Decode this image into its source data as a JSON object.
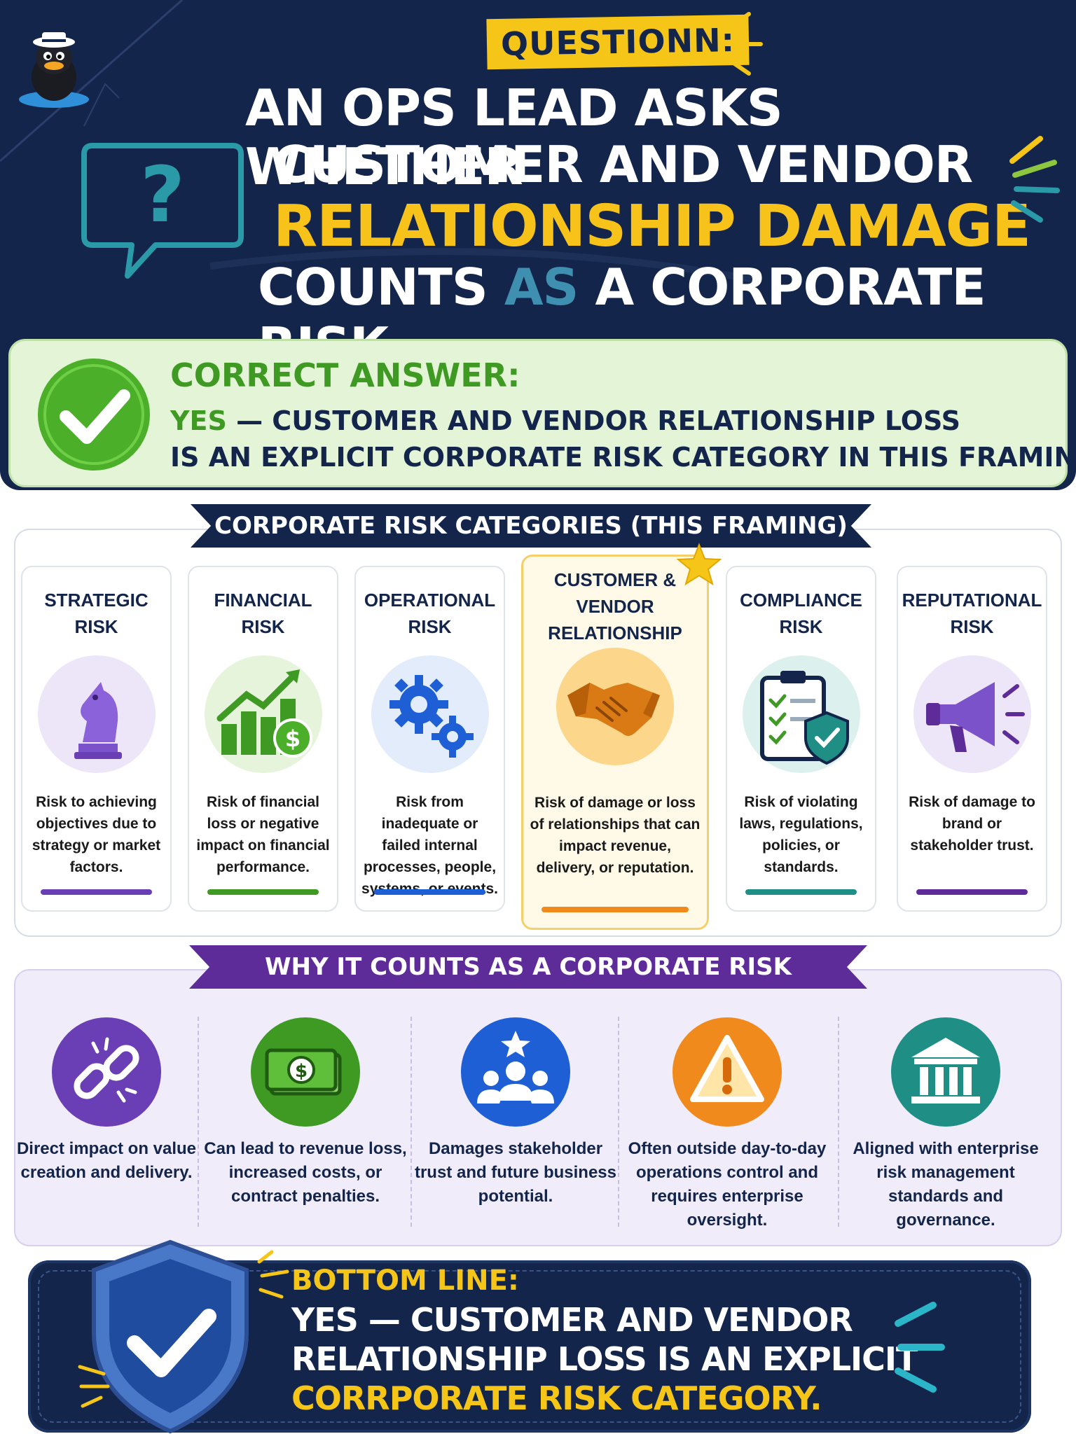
{
  "question": {
    "tag": "QUESTIONN:",
    "line1": "AN OPS LEAD ASKS WHETHER",
    "line2": "CUSTOMER AND VENDOR",
    "line3": "RELATIONSHIP DAMAGE",
    "line4_a": "COUNTS ",
    "line4_b": "AS",
    "line4_c": " A CORPORATE RISK."
  },
  "answer": {
    "heading": "CORRECT ANSWER:",
    "yes": "YES",
    "line1_rest": " — CUSTOMER AND VENDOR RELATIONSHIP LOSS",
    "line2": "IS AN EXPLICIT CORPORATE RISK CATEGORY IN THIS FRAMING."
  },
  "categories": {
    "ribbon": "CORPORATE RISK CATEGORIES (THIS FRAMING)",
    "items": [
      {
        "title1": "STRATEGIC",
        "title2": "RISK",
        "desc": "Risk to achieving objectives due to strategy or market factors.",
        "icon": "chess-knight-icon",
        "color": "#6a3fb5"
      },
      {
        "title1": "FINANCIAL",
        "title2": "RISK",
        "desc": "Risk of financial loss or negative impact on financial performance.",
        "icon": "finance-chart-icon",
        "color": "#3f9a24"
      },
      {
        "title1": "OPERATIONAL",
        "title2": "RISK",
        "desc": "Risk from inadequate or failed internal processes, people, systems, or events.",
        "icon": "gears-icon",
        "color": "#1f5fd6"
      },
      {
        "title1": "CUSTOMER &",
        "title2": "VENDOR",
        "title3": "RELATIONSHIP",
        "title4": "LOSS",
        "desc": "Risk of damage or loss of relationships that can impact revenue, delivery, or reputation.",
        "icon": "handshake-icon",
        "color": "#f08a1c"
      },
      {
        "title1": "COMPLIANCE",
        "title2": "RISK",
        "desc": "Risk of violating laws, regulations, policies, or standards.",
        "icon": "clipboard-shield-icon",
        "color": "#1f8f86"
      },
      {
        "title1": "REPUTATIONAL",
        "title2": "RISK",
        "desc": "Risk of damage to brand or stakeholder trust.",
        "icon": "megaphone-icon",
        "color": "#5e2c98"
      }
    ]
  },
  "why": {
    "ribbon": "WHY IT COUNTS AS A CORPORATE RISK",
    "items": [
      {
        "text": "Direct impact on value creation and delivery.",
        "icon": "broken-link-icon",
        "color": "#6a3fb5"
      },
      {
        "text": "Can lead to revenue loss, increased costs, or contract penalties.",
        "icon": "money-icon",
        "color": "#3f9a24"
      },
      {
        "text": "Damages stakeholder trust and future business potential.",
        "icon": "stakeholders-icon",
        "color": "#1f5fd6"
      },
      {
        "text": "Often outside day-to-day operations control and requires enterprise oversight.",
        "icon": "warning-icon",
        "color": "#f08a1c"
      },
      {
        "text": "Aligned with enterprise risk management standards and governance.",
        "icon": "institution-icon",
        "color": "#1f8f86"
      }
    ]
  },
  "bottom_line": {
    "heading": "BOTTOM LINE:",
    "line1": "YES — CUSTOMER AND VENDOR",
    "line2": "RELATIONSHIP LOSS IS AN EXPLICIT",
    "line3": "CORRPORATE RISK CATEGORY."
  }
}
